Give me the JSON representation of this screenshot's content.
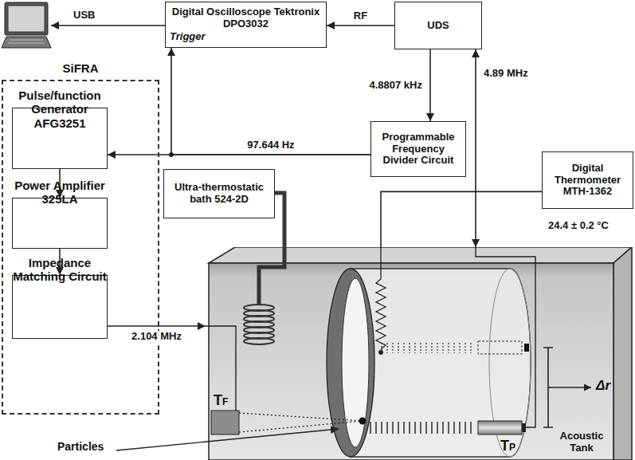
{
  "diagram": {
    "nodes": [
      {
        "text": [
          "Digital Oscilloscope Tektronix DPO3032",
          "Trigger"
        ]
      },
      {
        "text": [
          "UDS"
        ]
      },
      {
        "text": [
          "Programmable Frequency Divider Circuit"
        ]
      },
      {
        "text": [
          "SiFRA"
        ]
      },
      {
        "text": [
          "Pulse/function Generator AFG3251"
        ],
        "in": 3
      },
      {
        "text": [
          "Power Amplifier 325LA"
        ],
        "in": 3
      },
      {
        "text": [
          "Impedance Matching Circuit"
        ],
        "in": 3
      },
      {
        "text": [
          "Ultra-thermostatic bath 524-2D"
        ]
      },
      {
        "text": [
          "Digital Thermometer MTH-1362"
        ]
      },
      {
        "text": [
          "Acoustic Tank"
        ]
      }
    ],
    "edges": [
      {
        "from": 1,
        "to": 0,
        "label": "RF",
        "arrow": "to"
      },
      {
        "from": 1,
        "to": 2,
        "label": "4.8807 kHz",
        "arrow": "to"
      },
      {
        "from": 1,
        "to": 9,
        "label": "4.89 MHz",
        "arrow": "both"
      },
      {
        "from": 2,
        "to": 4,
        "label": "97.644 Hz",
        "arrow": "to"
      },
      {
        "from": 2,
        "to": 0,
        "arrow": "to"
      },
      {
        "from": 4,
        "to": 5,
        "arrow": "to"
      },
      {
        "from": 5,
        "to": 6,
        "arrow": "to"
      },
      {
        "from": 6,
        "to": 9,
        "label": "2.104 MHz",
        "arrow": "to"
      },
      {
        "from": 7,
        "to": 9,
        "arrow": "none"
      },
      {
        "from": 8,
        "to": 9,
        "arrow": "none"
      }
    ],
    "labels": [
      "USB",
      "24.4 ± 0.2 °C",
      "TF",
      "TP",
      "Particles",
      "Δr"
    ]
  }
}
